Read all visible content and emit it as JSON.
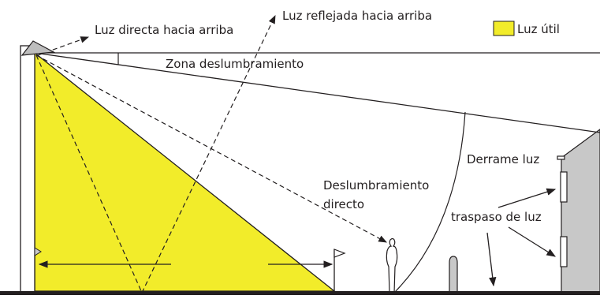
{
  "labels": {
    "direct_up": "Luz directa hacia arriba",
    "reflected_up": "Luz reflejada hacia arriba",
    "glare_zone": "Zona deslumbramiento",
    "direct_glare_line1": "Deslumbramiento",
    "direct_glare_line2": "directo",
    "spill": "Derrame luz",
    "trespass": "traspaso de luz"
  },
  "legend": {
    "useful_light": "Luz útil"
  },
  "colors": {
    "useful_light": "#f2ec2a",
    "building": "#c8c8c8",
    "line": "#231f20",
    "ground": "#231f20"
  },
  "icons": [
    "luminaire-icon",
    "person-icon",
    "flag-icon",
    "bollard-icon",
    "building-icon"
  ]
}
